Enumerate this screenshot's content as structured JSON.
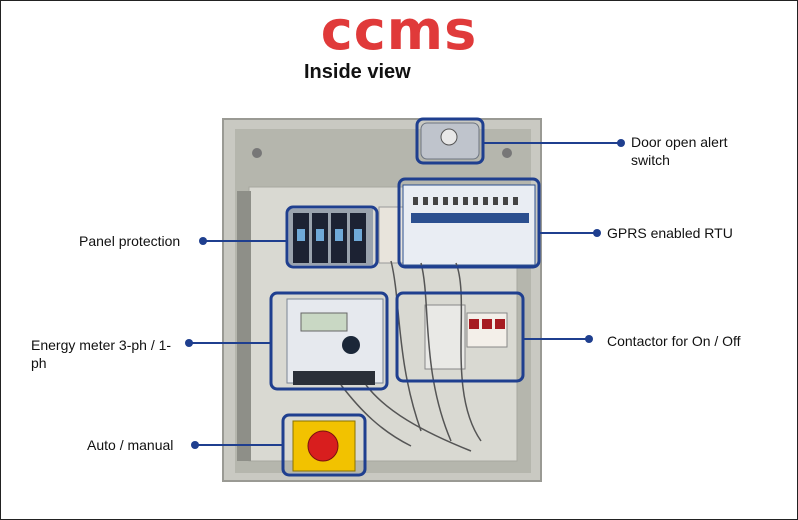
{
  "header": {
    "title": "ccms",
    "subtitle": "Inside view"
  },
  "colors": {
    "title": "#e03a3a",
    "callout": "#1f3f8f",
    "panel_frame": "#cfcfc9",
    "backplate": "#d9d9d2",
    "rtu_blue": "#2b4f8f",
    "button_red": "#d81e1e",
    "button_yellow": "#f2c200"
  },
  "callouts": [
    {
      "id": "door-open-alert-switch",
      "lines": [
        "Door open alert",
        "switch"
      ]
    },
    {
      "id": "gprs-enabled-rtu",
      "lines": [
        "GPRS enabled RTU"
      ]
    },
    {
      "id": "panel-protection",
      "lines": [
        "Panel protection"
      ]
    },
    {
      "id": "contactor-on-off",
      "lines": [
        "Contactor for On / Off"
      ]
    },
    {
      "id": "energy-meter",
      "lines": [
        "Energy meter 3-ph / 1-",
        "ph"
      ]
    },
    {
      "id": "auto-manual",
      "lines": [
        "Auto / manual"
      ]
    }
  ]
}
